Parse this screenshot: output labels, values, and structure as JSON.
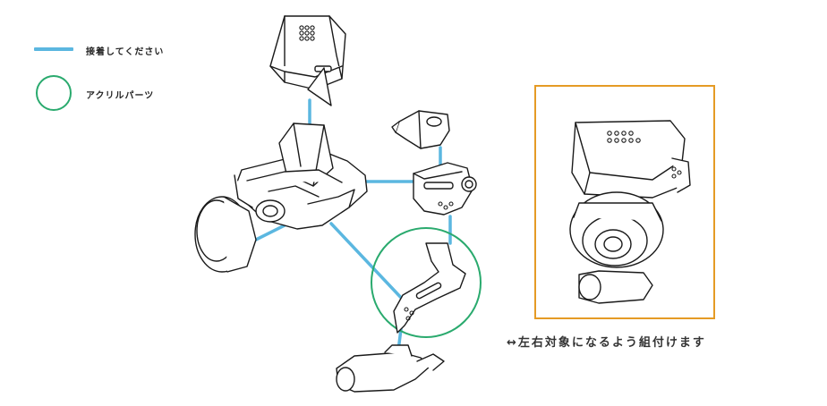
{
  "legend": {
    "glue_label": "接着してください",
    "acrylic_label": "アクリルパーツ"
  },
  "caption": "↔左右対象になるよう組付けます",
  "colors": {
    "glue_line": "#5bb7e0",
    "acrylic_circle": "#2aaa6e",
    "frame_border": "#e59b25",
    "outline": "#1a1a1a"
  }
}
